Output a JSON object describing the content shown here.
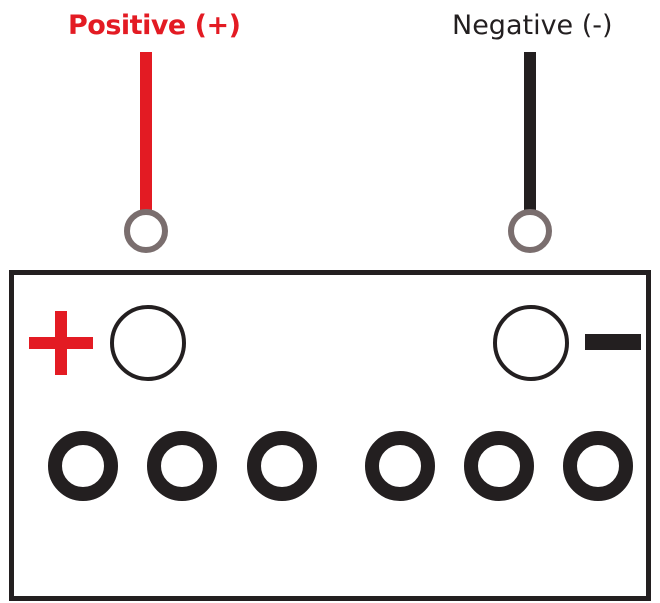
{
  "labels": {
    "positive": "Positive (+)",
    "negative": "Negative (-)"
  },
  "colors": {
    "positive": "#e31b23",
    "negative": "#231f20",
    "terminal_ring": "#7a6e6e",
    "outline": "#231f20"
  },
  "battery": {
    "cell_count": 6
  }
}
